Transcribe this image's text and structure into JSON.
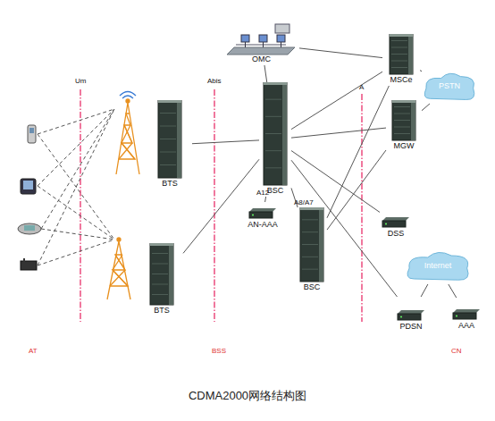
{
  "diagram": {
    "caption": "CDMA2000网络结构图",
    "nodes": [
      {
        "text": [
          "OMC"
        ]
      },
      {
        "text": [
          "MSCe"
        ]
      },
      {
        "text": [
          "PSTN"
        ]
      },
      {
        "text": [
          "BTS"
        ]
      },
      {
        "text": [
          "BSC"
        ]
      },
      {
        "text": [
          "MGW"
        ]
      },
      {
        "text": [
          "AN-AAA"
        ]
      },
      {
        "text": [
          "DSS"
        ]
      },
      {
        "text": [
          "BSC"
        ]
      },
      {
        "text": [
          "Internet"
        ]
      },
      {
        "text": [
          "BTS"
        ]
      },
      {
        "text": [
          "PDSN"
        ]
      },
      {
        "text": [
          "AAA"
        ]
      }
    ],
    "edges": [
      {
        "from": 0,
        "to": 4,
        "arrow": "none"
      },
      {
        "from": 0,
        "to": 1,
        "arrow": "none"
      },
      {
        "from": 3,
        "to": 4,
        "arrow": "none"
      },
      {
        "from": 10,
        "to": 4,
        "arrow": "none"
      },
      {
        "from": 4,
        "to": 1,
        "arrow": "none"
      },
      {
        "from": 4,
        "to": 5,
        "arrow": "none"
      },
      {
        "from": 4,
        "to": 6,
        "label": "A12",
        "arrow": "none"
      },
      {
        "from": 4,
        "to": 8,
        "label": "A8/A7",
        "arrow": "none"
      },
      {
        "from": 4,
        "to": 7,
        "arrow": "none"
      },
      {
        "from": 4,
        "to": 11,
        "arrow": "none"
      },
      {
        "from": 8,
        "to": 1,
        "arrow": "none"
      },
      {
        "from": 8,
        "to": 5,
        "arrow": "none"
      },
      {
        "from": 1,
        "to": 2,
        "arrow": "none"
      },
      {
        "from": 5,
        "to": 2,
        "arrow": "none"
      },
      {
        "from": 11,
        "to": 9,
        "arrow": "none"
      },
      {
        "from": 9,
        "to": 12,
        "arrow": "none"
      }
    ],
    "labels": [
      "Um",
      "Abis",
      "A",
      "AT",
      "BSS",
      "CN"
    ]
  }
}
